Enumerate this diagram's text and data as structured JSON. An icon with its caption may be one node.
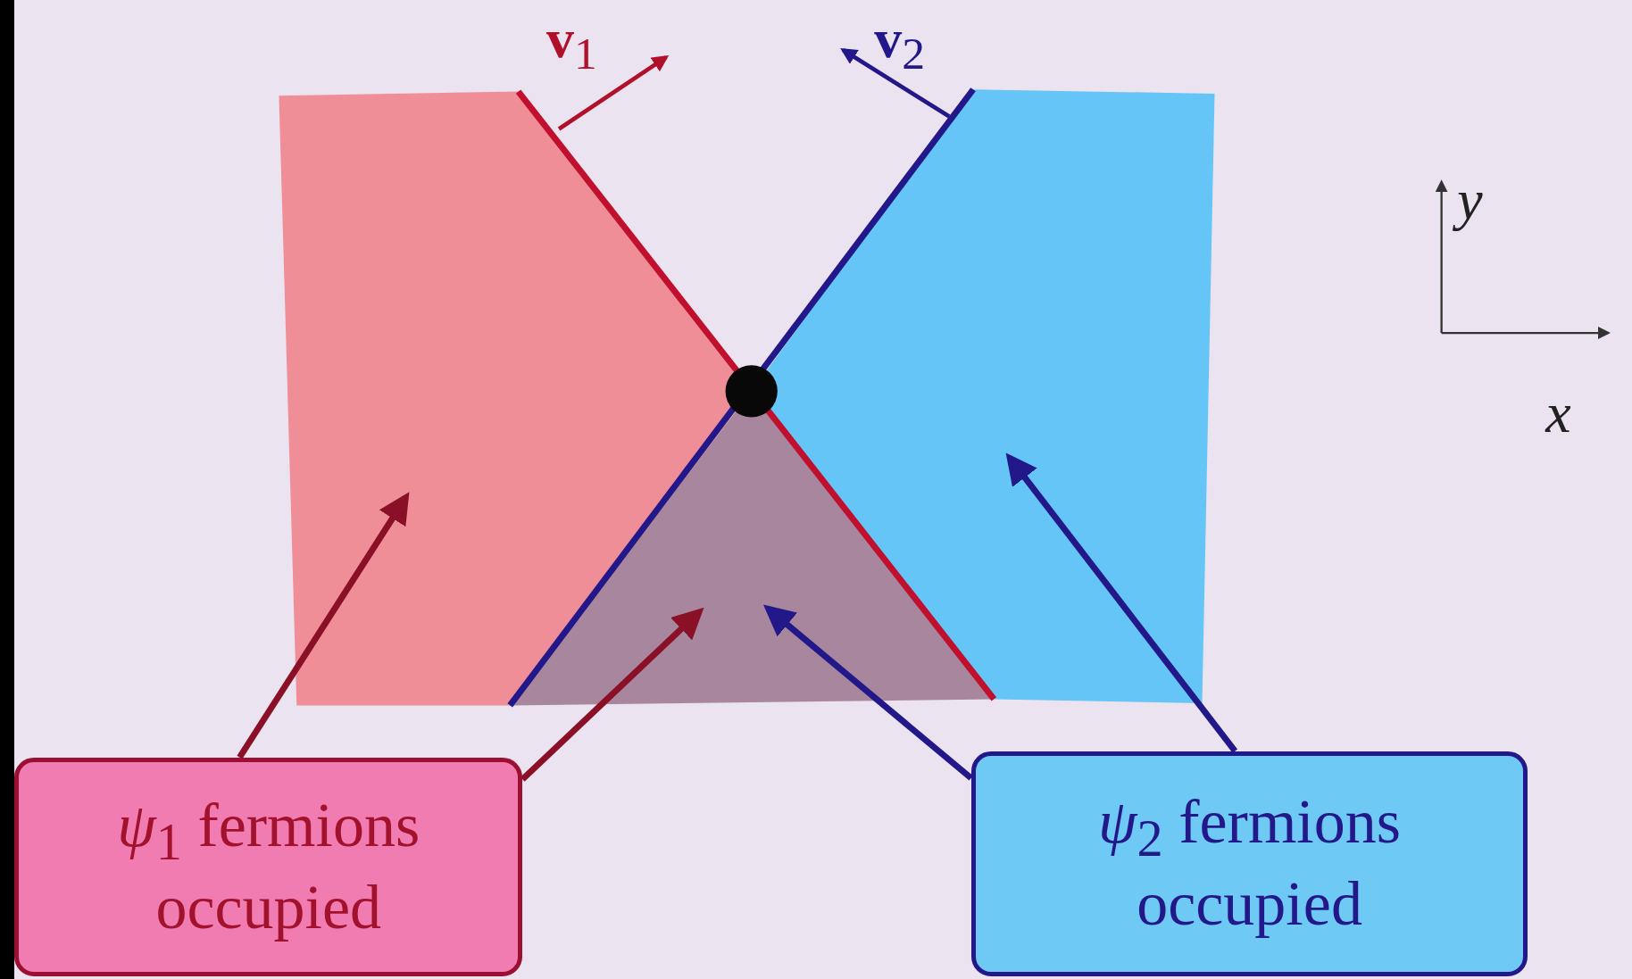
{
  "diagram": {
    "nodes": [
      {
        "text": [
          "*ψ*$_{1}$ fermions occupied"
        ]
      },
      {
        "text": [
          "*ψ*$_{2}$ fermions occupied"
        ]
      }
    ],
    "edges": [
      {
        "from": 0,
        "to": null,
        "arrow": "to",
        "color": "#8a1028"
      },
      {
        "from": 0,
        "to": null,
        "arrow": "to",
        "color": "#8a1028"
      },
      {
        "from": 1,
        "to": null,
        "arrow": "to",
        "color": "#22188a"
      },
      {
        "from": 1,
        "to": null,
        "arrow": "to",
        "color": "#22188a"
      }
    ],
    "labels": [
      "**v**$_{1}$",
      "**v**$_{2}$",
      "y",
      "x"
    ]
  }
}
